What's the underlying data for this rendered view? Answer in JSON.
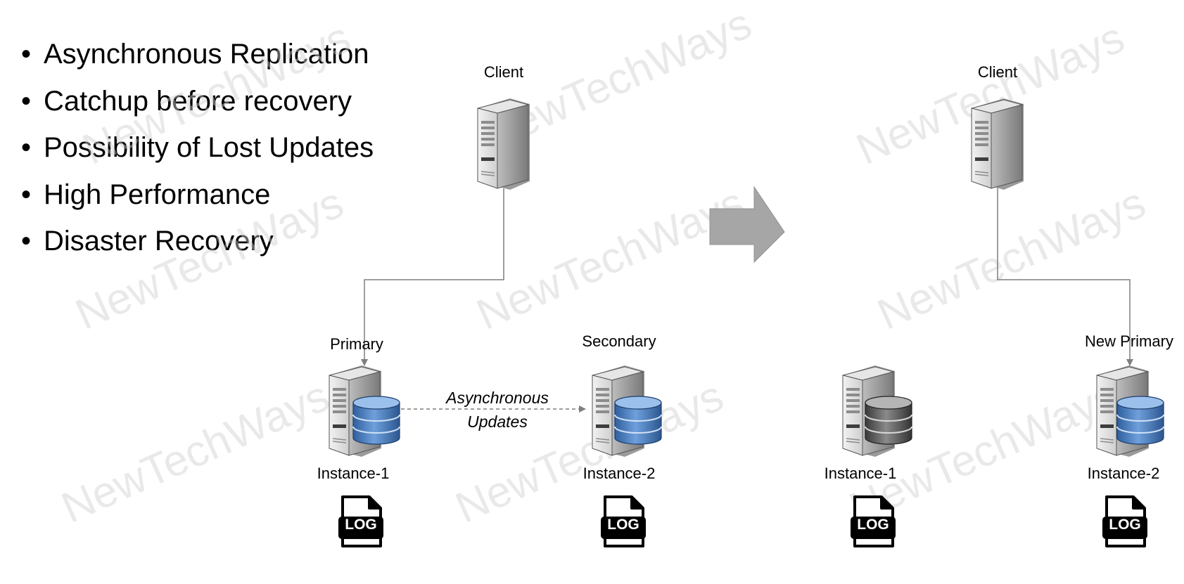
{
  "bullets": [
    "Asynchronous Replication",
    "Catchup before recovery",
    "Possibility of Lost Updates",
    "High Performance",
    "Disaster Recovery"
  ],
  "watermark": "NewTechWays",
  "log_label": "LOG",
  "before": {
    "client_label": "Client",
    "primary_role": "Primary",
    "secondary_role": "Secondary",
    "primary_instance": "Instance-1",
    "secondary_instance": "Instance-2",
    "replication_label_line1": "Asynchronous",
    "replication_label_line2": "Updates"
  },
  "after": {
    "client_label": "Client",
    "failed_instance": "Instance-1",
    "new_primary_role": "New Primary",
    "new_primary_instance": "Instance-2"
  },
  "colors": {
    "db_active": "#4a7fc4",
    "db_failed": "#555555",
    "connector": "#7f7f7f",
    "transition_arrow": "#a6a6a6"
  }
}
